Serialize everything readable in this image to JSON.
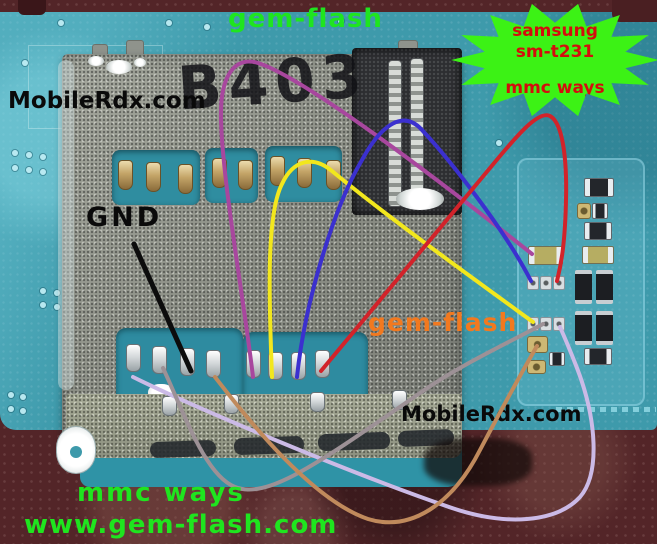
{
  "annotations": {
    "brand_top": "gem-flash",
    "watermark_top_left": "MobileRdx.com",
    "gnd": "GND",
    "brand_mid": "gem-flash",
    "watermark_bottom_right": "MobileRdx.com",
    "mmc_ways": "mmc ways",
    "site_url": "www.gem-flash.com",
    "chip_marking": "B403"
  },
  "starburst": {
    "line1": "samsung",
    "line2": "sm-t231",
    "line3": "mmc ways",
    "fill": "#3cf215",
    "text_color": "#d40d0d"
  },
  "colors": {
    "green_text": "#1fe51f",
    "orange_text": "#f2791f",
    "board_teal": "#3e9aab",
    "background_maroon": "#532528"
  },
  "wires": {
    "purple": {
      "name": "purple-jumper",
      "color": "#a8479e"
    },
    "yellow": {
      "name": "yellow-jumper",
      "color": "#f2e71d"
    },
    "blue": {
      "name": "blue-jumper",
      "color": "#3b30cf"
    },
    "red": {
      "name": "red-jumper",
      "color": "#d2232a"
    },
    "lavender": {
      "name": "lavender-jumper",
      "color": "#cbbae6"
    },
    "gray": {
      "name": "gray-jumper",
      "color": "#9d9196"
    },
    "tan": {
      "name": "tan-jumper",
      "color": "#c08a5c"
    },
    "black": {
      "name": "gnd-pointer",
      "color": "#0c0c0c"
    }
  }
}
